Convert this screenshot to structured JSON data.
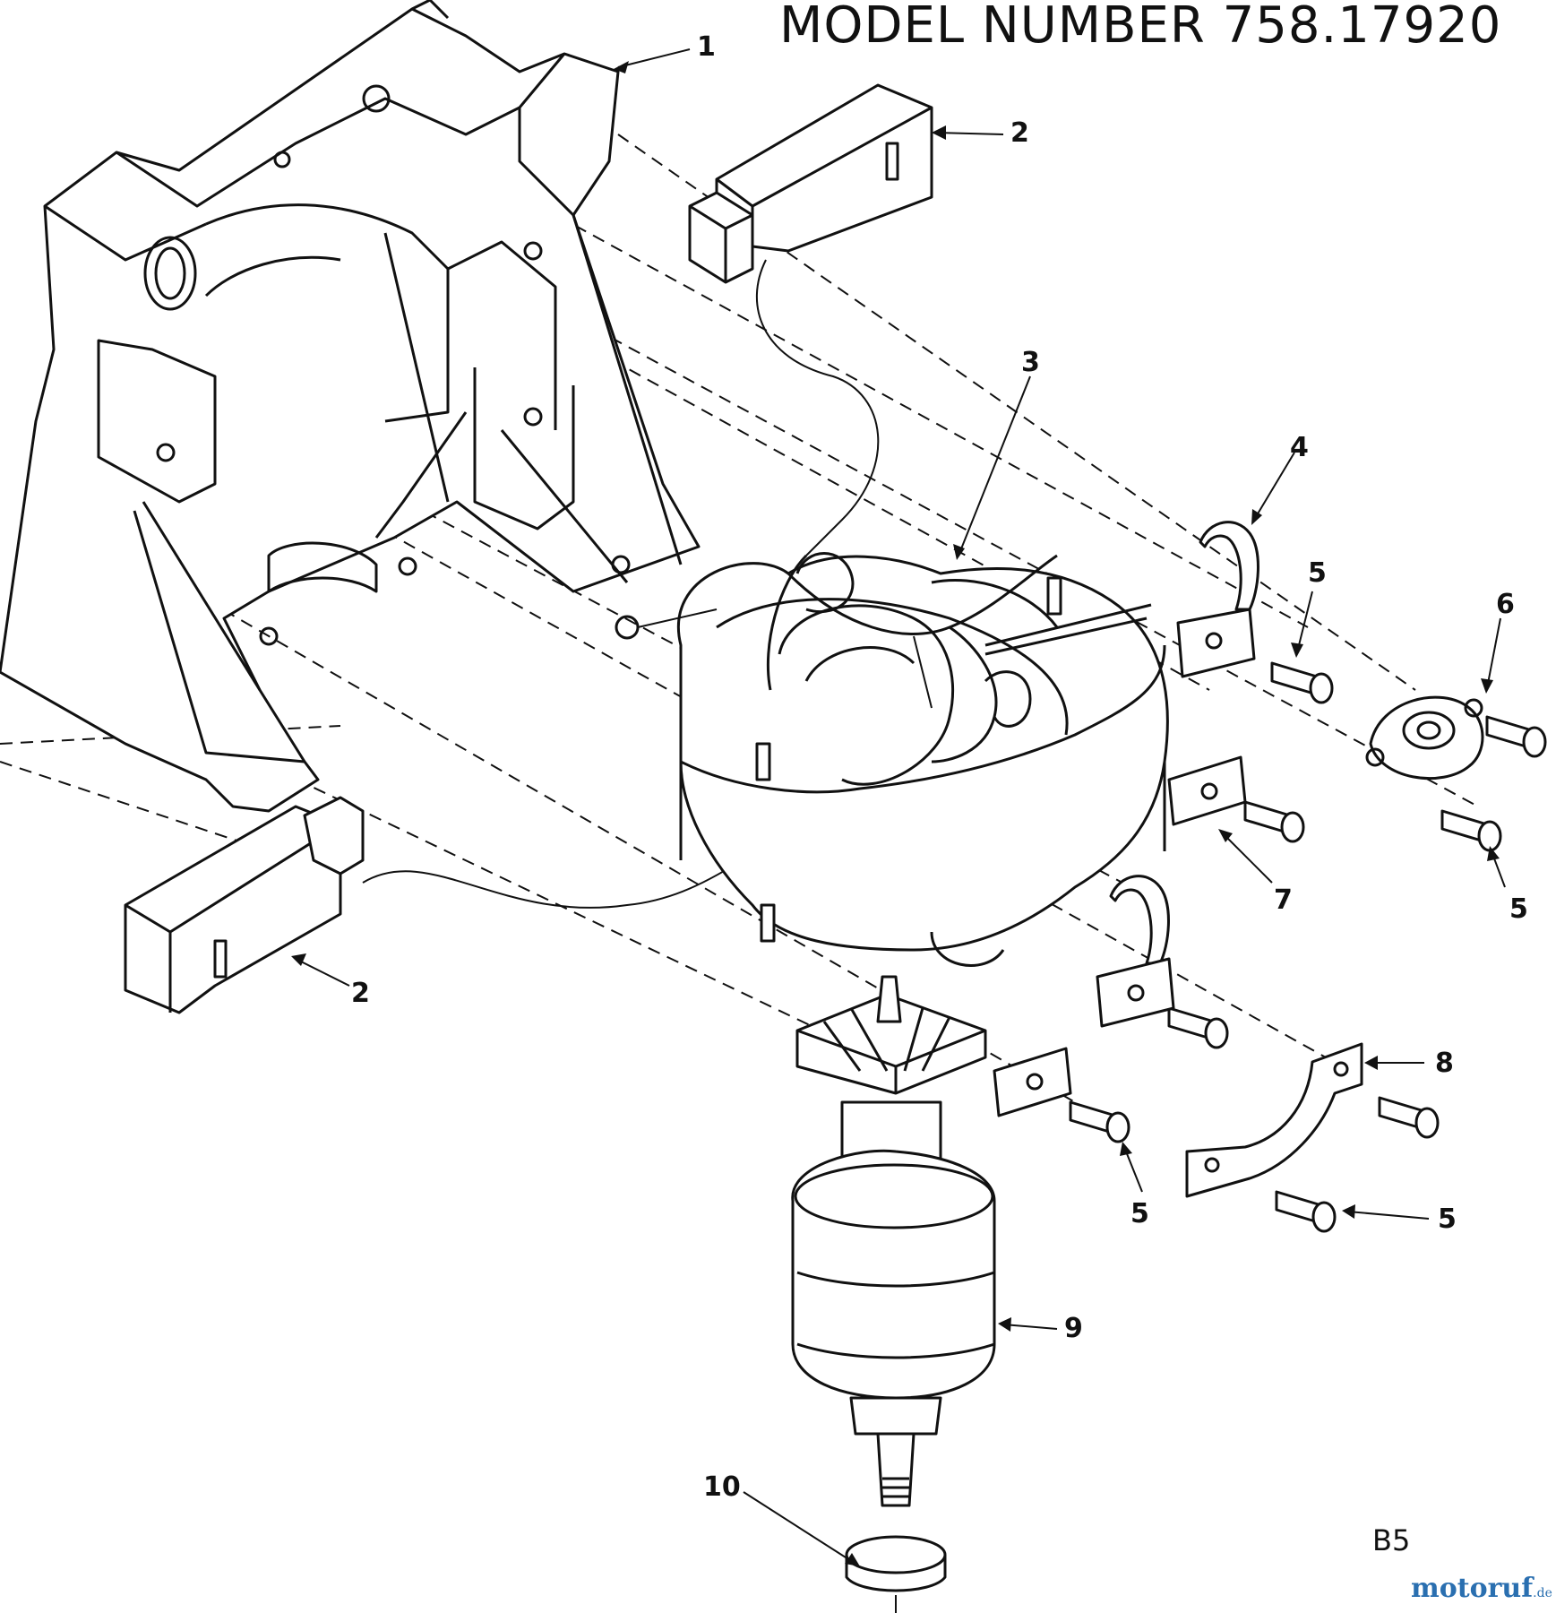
{
  "title": "MODEL NUMBER 758.17920",
  "page_code": "B5",
  "watermark": {
    "main": "motoruf",
    "tld": ".de"
  },
  "callouts": [
    {
      "id": "c1",
      "label": "1"
    },
    {
      "id": "c2a",
      "label": "2"
    },
    {
      "id": "c2b",
      "label": "2"
    },
    {
      "id": "c3",
      "label": "3"
    },
    {
      "id": "c4",
      "label": "4"
    },
    {
      "id": "c5a",
      "label": "5"
    },
    {
      "id": "c6",
      "label": "6"
    },
    {
      "id": "c5b",
      "label": "5"
    },
    {
      "id": "c7",
      "label": "7"
    },
    {
      "id": "c8",
      "label": "8"
    },
    {
      "id": "c5c",
      "label": "5"
    },
    {
      "id": "c5d",
      "label": "5"
    },
    {
      "id": "c9",
      "label": "9"
    },
    {
      "id": "c10",
      "label": "10"
    }
  ]
}
